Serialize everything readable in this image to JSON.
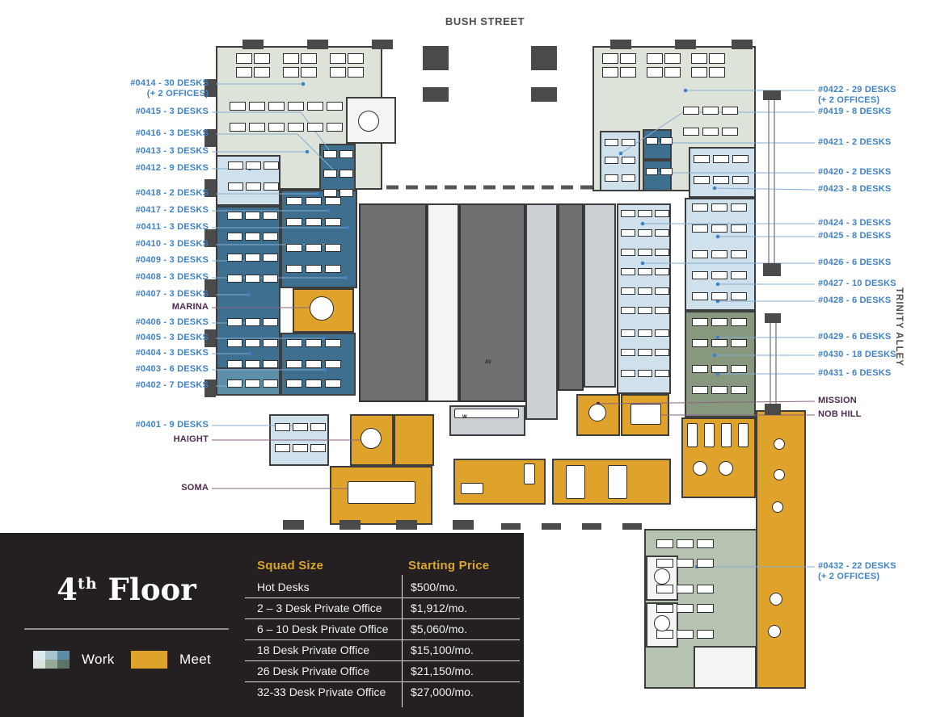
{
  "plan": {
    "street_top": "BUSH STREET",
    "street_right": "TRINITY ALLEY",
    "left_labels": [
      {
        "text": "#0414 - 30 DESKS",
        "sub": "(+ 2 OFFICES)"
      },
      {
        "text": "#0415 - 3 DESKS"
      },
      {
        "text": "#0416 - 3 DESKS"
      },
      {
        "text": "#0413 - 3 DESKS"
      },
      {
        "text": "#0412 - 9 DESKS"
      },
      {
        "text": "#0418 - 2 DESKS"
      },
      {
        "text": "#0417 - 2 DESKS"
      },
      {
        "text": "#0411 - 3 DESKS"
      },
      {
        "text": "#0410 - 3 DESKS"
      },
      {
        "text": "#0409 - 3 DESKS"
      },
      {
        "text": "#0408 - 3 DESKS"
      },
      {
        "text": "#0407 - 3 DESKS"
      },
      {
        "text": "MARINA"
      },
      {
        "text": "#0406 - 3 DESKS"
      },
      {
        "text": "#0405 - 3 DESKS"
      },
      {
        "text": "#0404 - 3 DESKS"
      },
      {
        "text": "#0403 - 6 DESKS"
      },
      {
        "text": "#0402 - 7 DESKS"
      },
      {
        "text": "#0401 - 9 DESKS"
      },
      {
        "text": "HAIGHT"
      },
      {
        "text": "SOMA"
      }
    ],
    "right_labels": [
      {
        "text": "#0422 - 29 DESKS",
        "sub": "(+ 2 OFFICES)"
      },
      {
        "text": "#0419 - 8 DESKS"
      },
      {
        "text": "#0421 - 2 DESKS"
      },
      {
        "text": "#0420 - 2 DESKS"
      },
      {
        "text": "#0423 - 8 DESKS"
      },
      {
        "text": "#0424 - 3 DESKS"
      },
      {
        "text": "#0425 - 8 DESKS"
      },
      {
        "text": "#0426 - 6 DESKS"
      },
      {
        "text": "#0427 - 10 DESKS"
      },
      {
        "text": "#0428 - 6 DESKS"
      },
      {
        "text": "#0429 - 6 DESKS"
      },
      {
        "text": "#0430 - 18 DESKS"
      },
      {
        "text": "#0431 - 6 DESKS"
      },
      {
        "text": "MISSION"
      },
      {
        "text": "NOB HILL"
      },
      {
        "text": "#0432 - 22 DESKS",
        "sub": "(+ 2 OFFICES)"
      }
    ],
    "micro_labels": [
      {
        "text": "AV"
      },
      {
        "text": "W"
      }
    ]
  },
  "info_panel": {
    "floor_number": "4",
    "floor_ordinal": "th",
    "floor_word": " Floor",
    "legend": [
      {
        "label": "Work"
      },
      {
        "label": "Meet"
      }
    ]
  },
  "pricing_table": {
    "headers": [
      "Squad Size",
      "Starting Price"
    ],
    "rows": [
      {
        "size": "Hot Desks",
        "price": "$500/mo."
      },
      {
        "size": "2 – 3 Desk Private Office",
        "price": "$1,912/mo."
      },
      {
        "size": "6 – 10 Desk Private Office",
        "price": "$5,060/mo."
      },
      {
        "size": "18 Desk Private Office",
        "price": "$15,100/mo."
      },
      {
        "size": "26 Desk Private Office",
        "price": "$21,150/mo."
      },
      {
        "size": "32-33 Desk Private Office",
        "price": "$27,000/mo."
      }
    ]
  },
  "colors": {
    "meet_gold": "#DFA32B",
    "work_teal": "#3E6F8E",
    "label_blue": "#4182C4",
    "place_plum": "#4F2B4D",
    "work_palette": [
      "#DCEBF0",
      "#A8C4CC",
      "#5B8CA8",
      "#DDE3DF",
      "#97A996",
      "#5D7268"
    ]
  }
}
